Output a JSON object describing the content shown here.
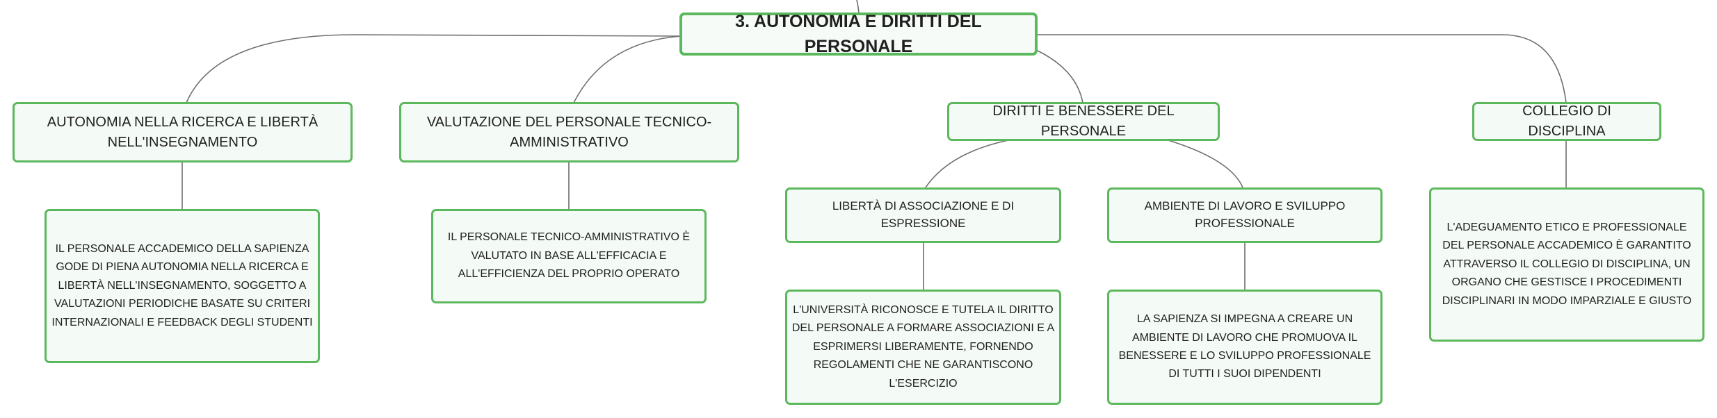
{
  "root": {
    "label": "3. AUTONOMIA E DIRITTI DEL PERSONALE"
  },
  "branches": [
    {
      "label": "AUTONOMIA NELLA RICERCA E LIBERTÀ NELL'INSEGNAMENTO",
      "detail": "IL PERSONALE ACCADEMICO DELLA SAPIENZA GODE DI PIENA AUTONOMIA NELLA RICERCA E LIBERTÀ NELL'INSEGNAMENTO, SOGGETTO A VALUTAZIONI PERIODICHE BASATE SU CRITERI INTERNAZIONALI E FEEDBACK DEGLI STUDENTI"
    },
    {
      "label": "VALUTAZIONE DEL PERSONALE TECNICO-AMMINISTRATIVO",
      "detail": "IL PERSONALE TECNICO-AMMINISTRATIVO È VALUTATO IN BASE ALL'EFFICACIA E ALL'EFFICIENZA DEL PROPRIO OPERATO"
    },
    {
      "label": "DIRITTI E BENESSERE DEL PERSONALE",
      "children": [
        {
          "label": "LIBERTÀ DI ASSOCIAZIONE E DI ESPRESSIONE",
          "detail": "L'UNIVERSITÀ RICONOSCE E TUTELA IL DIRITTO DEL PERSONALE A FORMARE ASSOCIAZIONI E A ESPRIMERSI LIBERAMENTE, FORNENDO REGOLAMENTI CHE NE GARANTISCONO L'ESERCIZIO"
        },
        {
          "label": "AMBIENTE DI LAVORO E SVILUPPO PROFESSIONALE",
          "detail": "LA SAPIENZA SI IMPEGNA A CREARE UN AMBIENTE DI LAVORO CHE PROMUOVA IL BENESSERE E LO SVILUPPO PROFESSIONALE DI TUTTI I SUOI DIPENDENTI"
        }
      ]
    },
    {
      "label": "COLLEGIO DI DISCIPLINA",
      "detail": "L'ADEGUAMENTO ETICO E PROFESSIONALE DEL PERSONALE ACCADEMICO È GARANTITO ATTRAVERSO IL COLLEGIO DI DISCIPLINA, UN ORGANO CHE GESTISCE I PROCEDIMENTI DISCIPLINARI IN MODO IMPARZIALE E GIUSTO"
    }
  ]
}
